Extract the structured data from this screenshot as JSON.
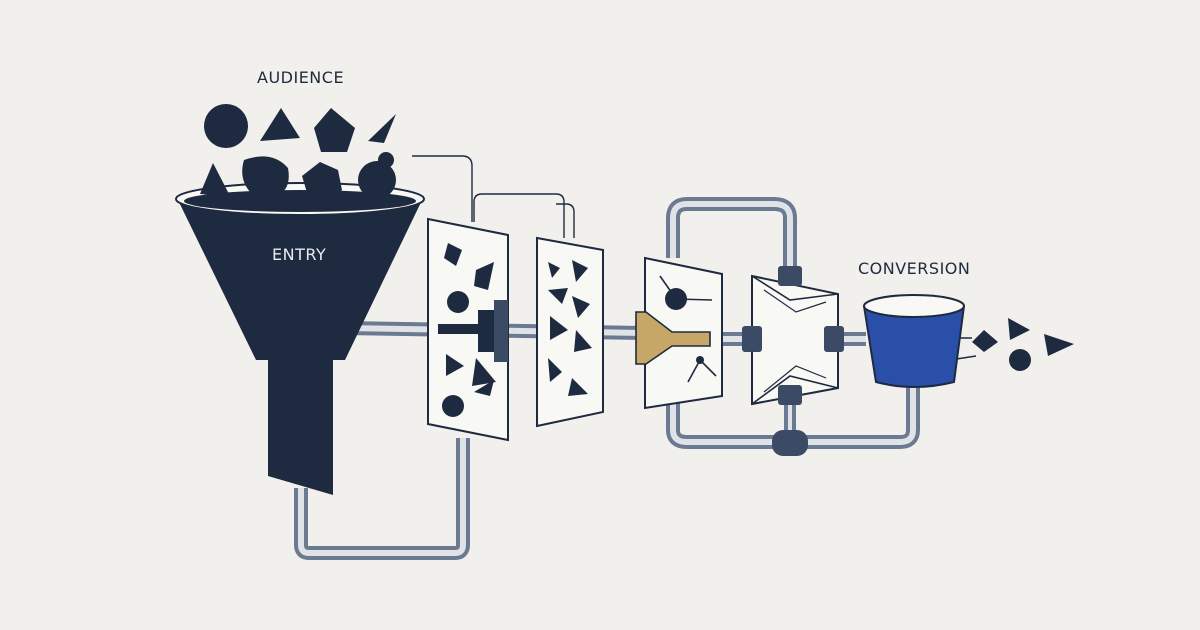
{
  "labels": {
    "audience": "AUDIENCE",
    "entry": "ENTRY",
    "conversion": "CONVERSION"
  },
  "colors": {
    "background": "#f1f0ec",
    "navy": "#1e2a3f",
    "pipe": "#6b7a91",
    "pipe_inner": "#b9c1cc",
    "connector": "#3b4b66",
    "accent_gold": "#c6a766",
    "conversion_blue": "#2a4fa8",
    "panel": "#f8f8f5"
  },
  "icons": {
    "funnel": "funnel-icon",
    "filter_panel": "filter-panel-icon",
    "valve": "valve-icon",
    "bucket": "bucket-icon"
  }
}
